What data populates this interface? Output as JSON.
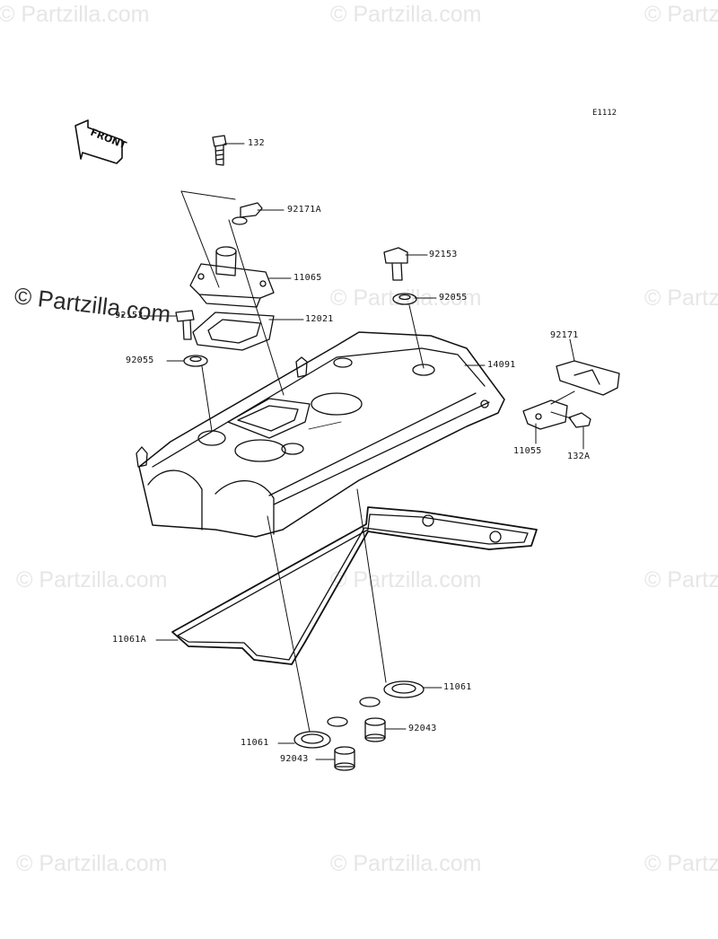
{
  "diagram": {
    "code": "E1112",
    "front_label": "FRONT",
    "watermark": "© Partzilla.com",
    "parts": [
      {
        "id": "p132",
        "label": "132"
      },
      {
        "id": "p92171A",
        "label": "92171A"
      },
      {
        "id": "p11065",
        "label": "11065"
      },
      {
        "id": "p92153a",
        "label": "92153"
      },
      {
        "id": "p92055a",
        "label": "92055"
      },
      {
        "id": "p92153b",
        "label": "92153"
      },
      {
        "id": "p12021",
        "label": "12021"
      },
      {
        "id": "p92055b",
        "label": "92055"
      },
      {
        "id": "p14091",
        "label": "14091"
      },
      {
        "id": "p92171",
        "label": "92171"
      },
      {
        "id": "p11055",
        "label": "11055"
      },
      {
        "id": "p132A",
        "label": "132A"
      },
      {
        "id": "p11061A",
        "label": "11061A"
      },
      {
        "id": "p11061a",
        "label": "11061"
      },
      {
        "id": "p92043a",
        "label": "92043"
      },
      {
        "id": "p11061b",
        "label": "11061"
      },
      {
        "id": "p92043b",
        "label": "92043"
      }
    ]
  }
}
